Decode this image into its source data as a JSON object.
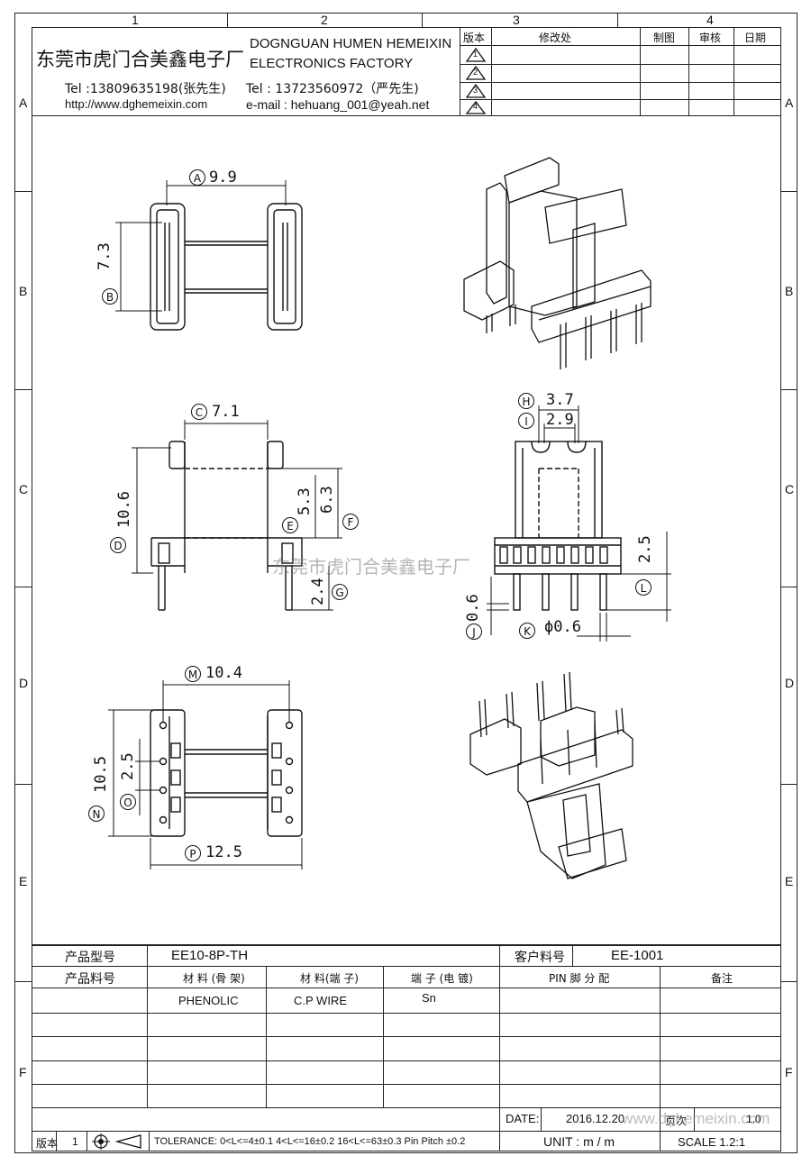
{
  "grid": {
    "columns": [
      "1",
      "2",
      "3",
      "4"
    ],
    "rows": [
      "A",
      "B",
      "C",
      "D",
      "E",
      "F"
    ]
  },
  "header": {
    "company_cn": "东莞市虎门合美鑫电子厂",
    "company_en_line1": "DOGNGUAN HUMEN HEMEIXIN",
    "company_en_line2": "ELECTRONICS FACTORY",
    "tel1": "Tel :13809635198(张先生)",
    "tel2": "Tel : 13723560972（严先生)",
    "website": "http://www.dghemeixin.com",
    "email": "e-mail : hehuang_001@yeah.net"
  },
  "revision_table": {
    "headers": [
      "版本",
      "修改处",
      "制图",
      "审核",
      "日期"
    ],
    "rows": [
      "1",
      "2",
      "3",
      "4"
    ]
  },
  "dimensions": {
    "A": "9.9",
    "B": "7.3",
    "C": "7.1",
    "D": "10.6",
    "E": "5.3",
    "F": "6.3",
    "G": "2.4",
    "H": "3.7",
    "I": "2.9",
    "J": "0.6",
    "K": "ϕ0.6",
    "L": "2.5",
    "M": "10.4",
    "N": "10.5",
    "O": "2.5",
    "P": "12.5"
  },
  "watermark": "东莞市虎门合美鑫电子厂",
  "spec": {
    "model_label": "产品型号",
    "model_value": "EE10-8P-TH",
    "customer_part_label": "客户料号",
    "customer_part_value": "EE-1001",
    "part_no_label": "产品料号",
    "material_bobbin_label": "材 料 (骨 架)",
    "material_pin_label": "材 料(端 子)",
    "terminal_label": "端 子 (电 镀)",
    "pin_config_label": "PIN 脚 分 配",
    "remark_label": "备注",
    "material_bobbin_value": "PHENOLIC",
    "material_pin_value": "C.P WIRE",
    "terminal_value": "Sn"
  },
  "footer": {
    "version_label": "版本",
    "version_value": "1",
    "tolerance": "TOLERANCE:  0<L<=4±0.1  4<L<=16±0.2  16<L<=63±0.3  Pin Pitch  ±0.2",
    "date_label": "DATE:",
    "date_value": "2016.12.20",
    "page_label": "页次",
    "page_value": "1.0",
    "unit": "UNIT :  m / m",
    "scale": "SCALE  1.2:1",
    "watermark_url": "www.dghemeixin.com"
  }
}
